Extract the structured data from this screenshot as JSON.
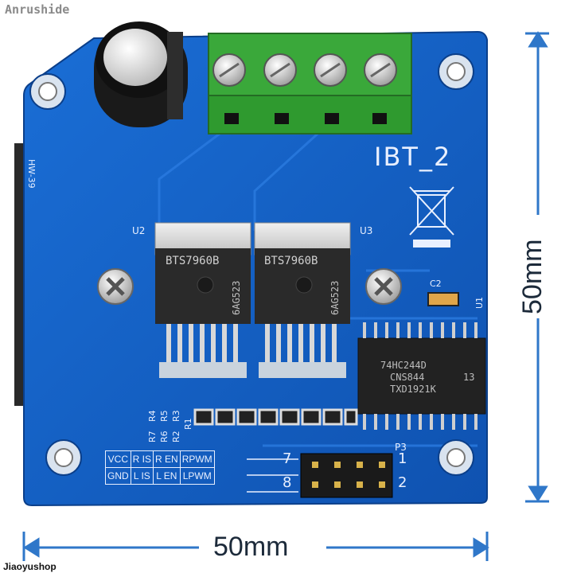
{
  "watermark": "Anrushide",
  "shop": "Jiaoyushop",
  "dimensions": {
    "width_label": "50mm",
    "height_label": "50mm"
  },
  "board": {
    "name": "IBT_2",
    "side_label": "HW-39",
    "chips": {
      "u2": {
        "ref": "U2",
        "part": "BTS7960B",
        "code": "6AG523"
      },
      "u3": {
        "ref": "U3",
        "part": "BTS7960B",
        "code": "6AG523"
      },
      "u1": {
        "ref": "U1",
        "line1": "74HC244D",
        "line2": "CNS844",
        "line3": "TXD1921K",
        "suffix": "13"
      }
    },
    "cap_ref": "C2",
    "header_ref": "P3",
    "header_left_nums": [
      "7",
      "8"
    ],
    "header_right_nums": [
      "1",
      "2"
    ],
    "resistors": {
      "top_row": [
        "R4",
        "R5",
        "R3"
      ],
      "bottom_row": [
        "R7",
        "R6",
        "R2"
      ],
      "extra": "R1"
    },
    "pin_table": [
      [
        "VCC",
        "R IS",
        "R EN",
        "RPWM"
      ],
      [
        "GND",
        "L IS",
        "L EN",
        "LPWM"
      ]
    ]
  },
  "colors": {
    "pcb": "#1560c4",
    "terminal": "#3aa83a",
    "silkscreen": "#e9f0ff",
    "dimension_arrow": "#2f77c9"
  }
}
